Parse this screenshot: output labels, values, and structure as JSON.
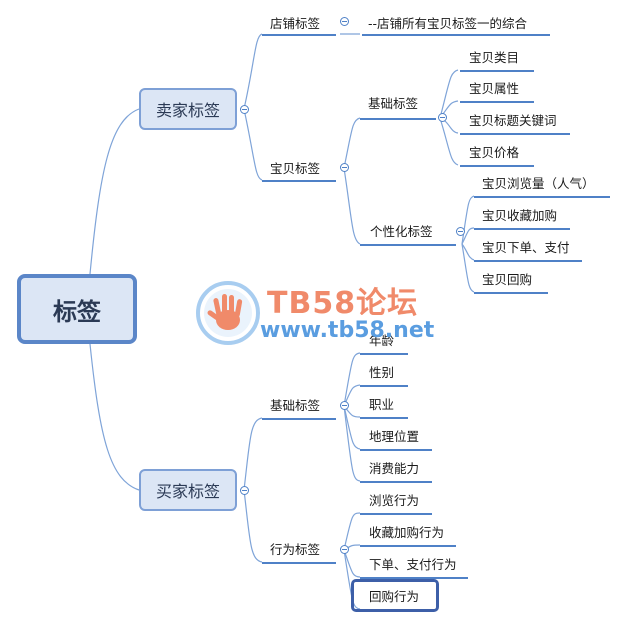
{
  "root": {
    "label": "标签"
  },
  "seller": {
    "label": "卖家标签",
    "store_tag": {
      "label": "店铺标签",
      "note": "--店铺所有宝贝标签一的综合"
    },
    "item_tag": {
      "label": "宝贝标签",
      "basic": {
        "label": "基础标签",
        "items": [
          "宝贝类目",
          "宝贝属性",
          "宝贝标题关键词",
          "宝贝价格"
        ]
      },
      "personal": {
        "label": "个性化标签",
        "items": [
          "宝贝浏览量（人气）",
          "宝贝收藏加购",
          "宝贝下单、支付",
          "宝贝回购"
        ]
      }
    }
  },
  "buyer": {
    "label": "买家标签",
    "basic": {
      "label": "基础标签",
      "items": [
        "年龄",
        "性别",
        "职业",
        "地理位置",
        "消费能力"
      ]
    },
    "behavior": {
      "label": "行为标签",
      "items": [
        "浏览行为",
        "收藏加购行为",
        "下单、支付行为",
        "回购行为"
      ]
    }
  },
  "watermark": {
    "title": "TB58论坛",
    "url": "www.tb58.net"
  },
  "colors": {
    "line": "#4f81c7",
    "node_fill": "#dce6f5",
    "node_border": "#7ea0d6",
    "root_border": "#5b86c8"
  }
}
